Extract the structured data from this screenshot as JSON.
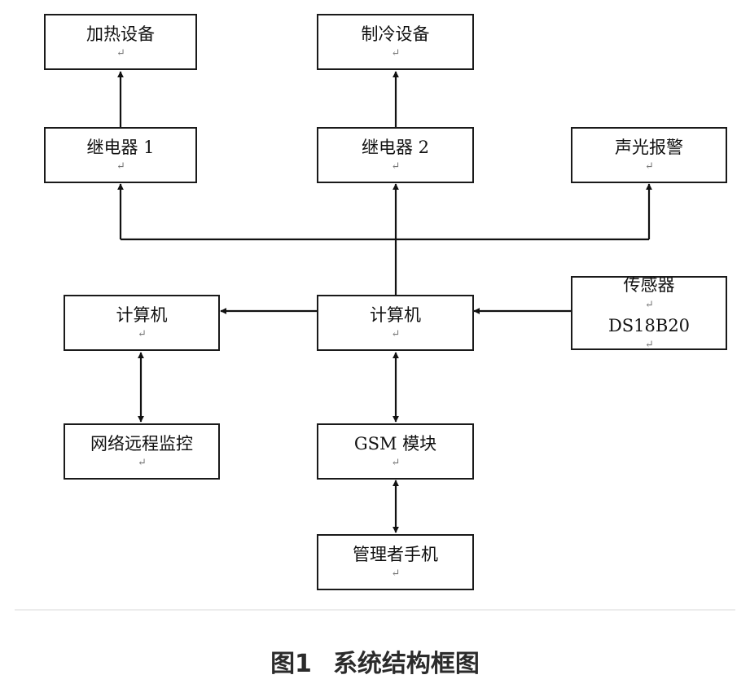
{
  "diagram": {
    "nodes": {
      "heating": "加热设备",
      "cooling": "制冷设备",
      "relay1": "继电器 1",
      "relay2": "继电器 2",
      "alarm": "声光报警",
      "computer_left": "计算机",
      "computer_center": "计算机",
      "sensor_line1": "传感器",
      "sensor_line2": "DS18B20",
      "remote_monitor": "网络远程监控",
      "gsm": "GSM 模块",
      "phone": "管理者手机"
    },
    "return_mark": "↵"
  },
  "caption": {
    "number": "图1",
    "title": "系统结构框图"
  }
}
